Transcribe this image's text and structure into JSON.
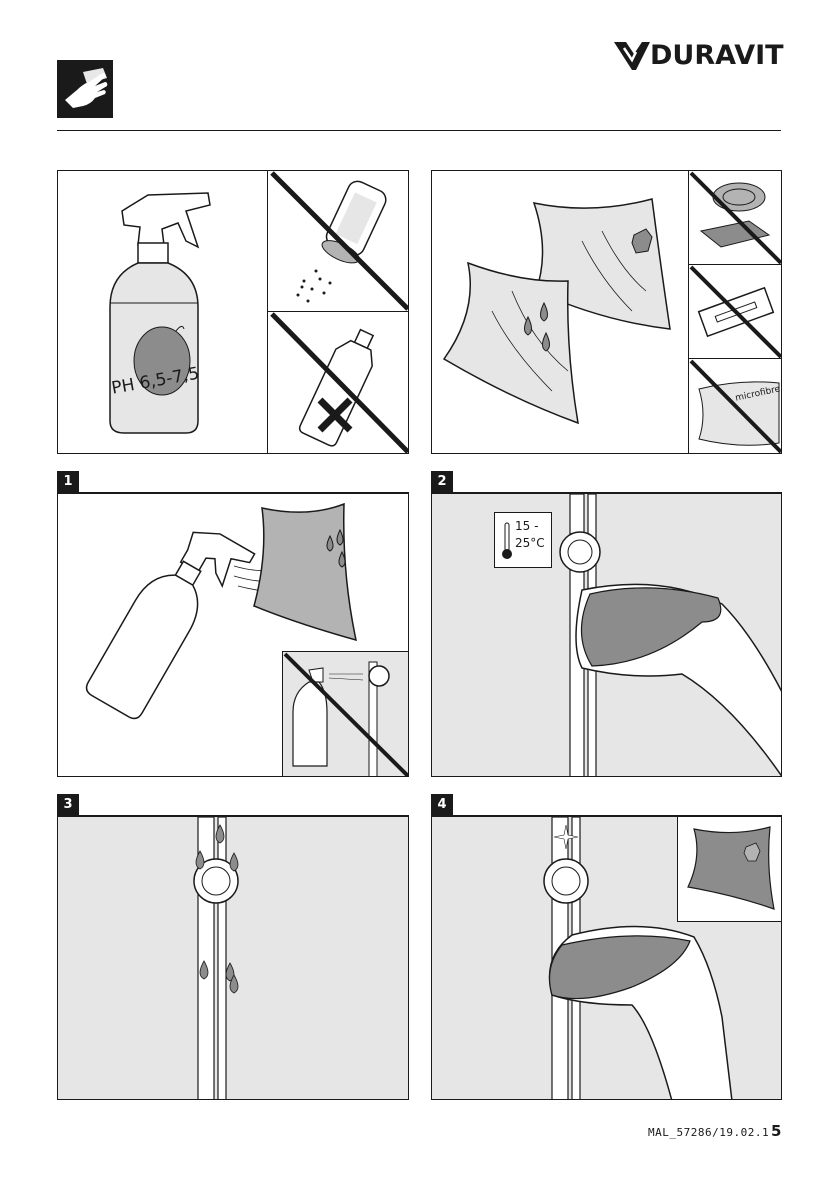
{
  "header": {
    "brand": "DURAVIT",
    "icon": "cleaning-hand-icon"
  },
  "panels": {
    "top_left": {
      "bottle_label": "PH 6,5-7,5"
    },
    "top_right": {
      "cloth_label": "microfibre"
    },
    "step1": {
      "number": "1"
    },
    "step2": {
      "number": "2",
      "temp_line1": "15 -",
      "temp_line2": "25°C"
    },
    "step3": {
      "number": "3"
    },
    "step4": {
      "number": "4"
    }
  },
  "footer": {
    "doc_code": "MAL_57286/19.02.1",
    "page_number": "5"
  },
  "colors": {
    "ink": "#1a1a1a",
    "fill_light": "#e6e6e6",
    "fill_mid": "#b3b3b3",
    "fill_dark": "#8c8c8c"
  }
}
